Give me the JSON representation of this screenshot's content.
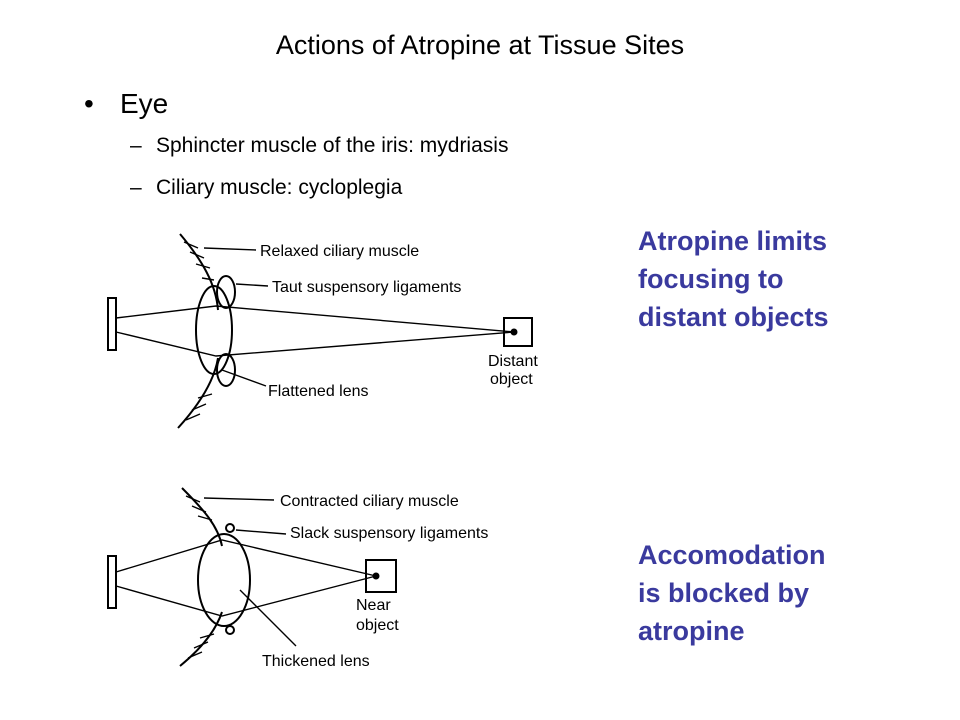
{
  "title": "Actions of Atropine at Tissue Sites",
  "bullet": {
    "marker": "•",
    "label": "Eye"
  },
  "sub_items": [
    {
      "marker": "–",
      "text": "Sphincter muscle of the iris: mydriasis"
    },
    {
      "marker": "–",
      "text": "Ciliary muscle: cycloplegia"
    }
  ],
  "diagrams": {
    "distant": {
      "labels": [
        "Relaxed ciliary muscle",
        "Taut suspensory ligaments",
        "Flattened lens"
      ],
      "object_label": [
        "Distant",
        "object"
      ]
    },
    "near": {
      "labels": [
        "Contracted ciliary muscle",
        "Slack suspensory ligaments",
        "Thickened lens"
      ],
      "object_label": [
        "Near",
        "object"
      ]
    }
  },
  "notes": {
    "top": [
      "Atropine limits",
      "focusing to",
      "distant objects"
    ],
    "bottom": [
      "Accomodation",
      "is blocked by",
      "atropine"
    ]
  },
  "colors": {
    "note": "#3a3a9e"
  }
}
